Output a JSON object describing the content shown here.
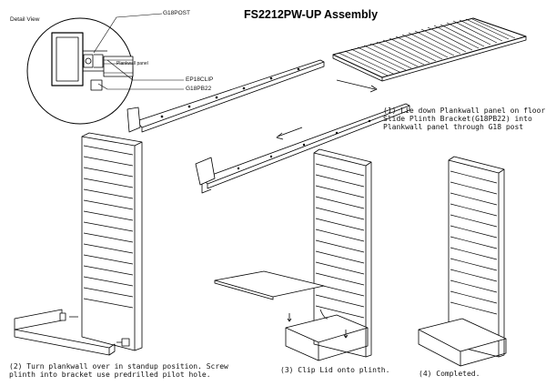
{
  "title": "FS2212PW-UP Assembly",
  "detail_view_label": "Detail View",
  "callouts": {
    "post": "G18POST",
    "clip": "EP18CLIP",
    "bracket": "G18PB22",
    "panel": "Plankwall panel"
  },
  "steps": {
    "step1": [
      "(1) Lie down Plankwall panel on floor.",
      "Slide Plinth Bracket(G18PB22) into",
      "Plankwall panel through G18 post"
    ],
    "step2": [
      "(2) Turn plankwall over in standup position. Screw",
      "plinth into bracket use predrilled pilot hole."
    ],
    "step3": "(3) Clip Lid onto plinth.",
    "step4": "(4) Completed."
  }
}
